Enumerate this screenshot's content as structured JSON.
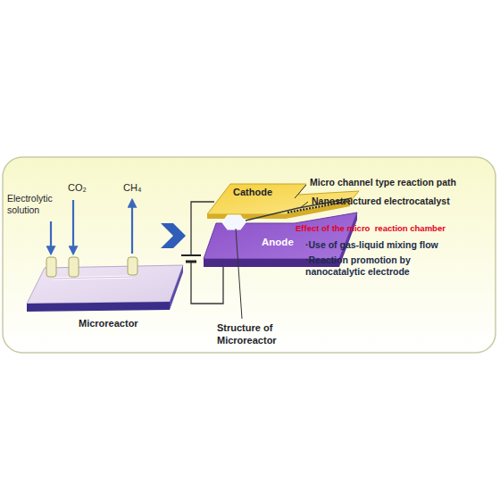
{
  "diagram": {
    "nodes": [
      {
        "text": [
          "Cathode"
        ]
      },
      {
        "text": [
          "Anode"
        ]
      }
    ],
    "labels": [
      "Electrolytic solution",
      "CO₂",
      "CH₄",
      "Microreactor",
      "Structure of Microreactor",
      "Micro channel type reaction path",
      "Nanostructured electrocatalyst",
      "Effect of the micro  reaction chamber",
      "·Use of gas-liquid mixing flow",
      "·Reaction promotion by nanocatalytic electrode"
    ]
  }
}
